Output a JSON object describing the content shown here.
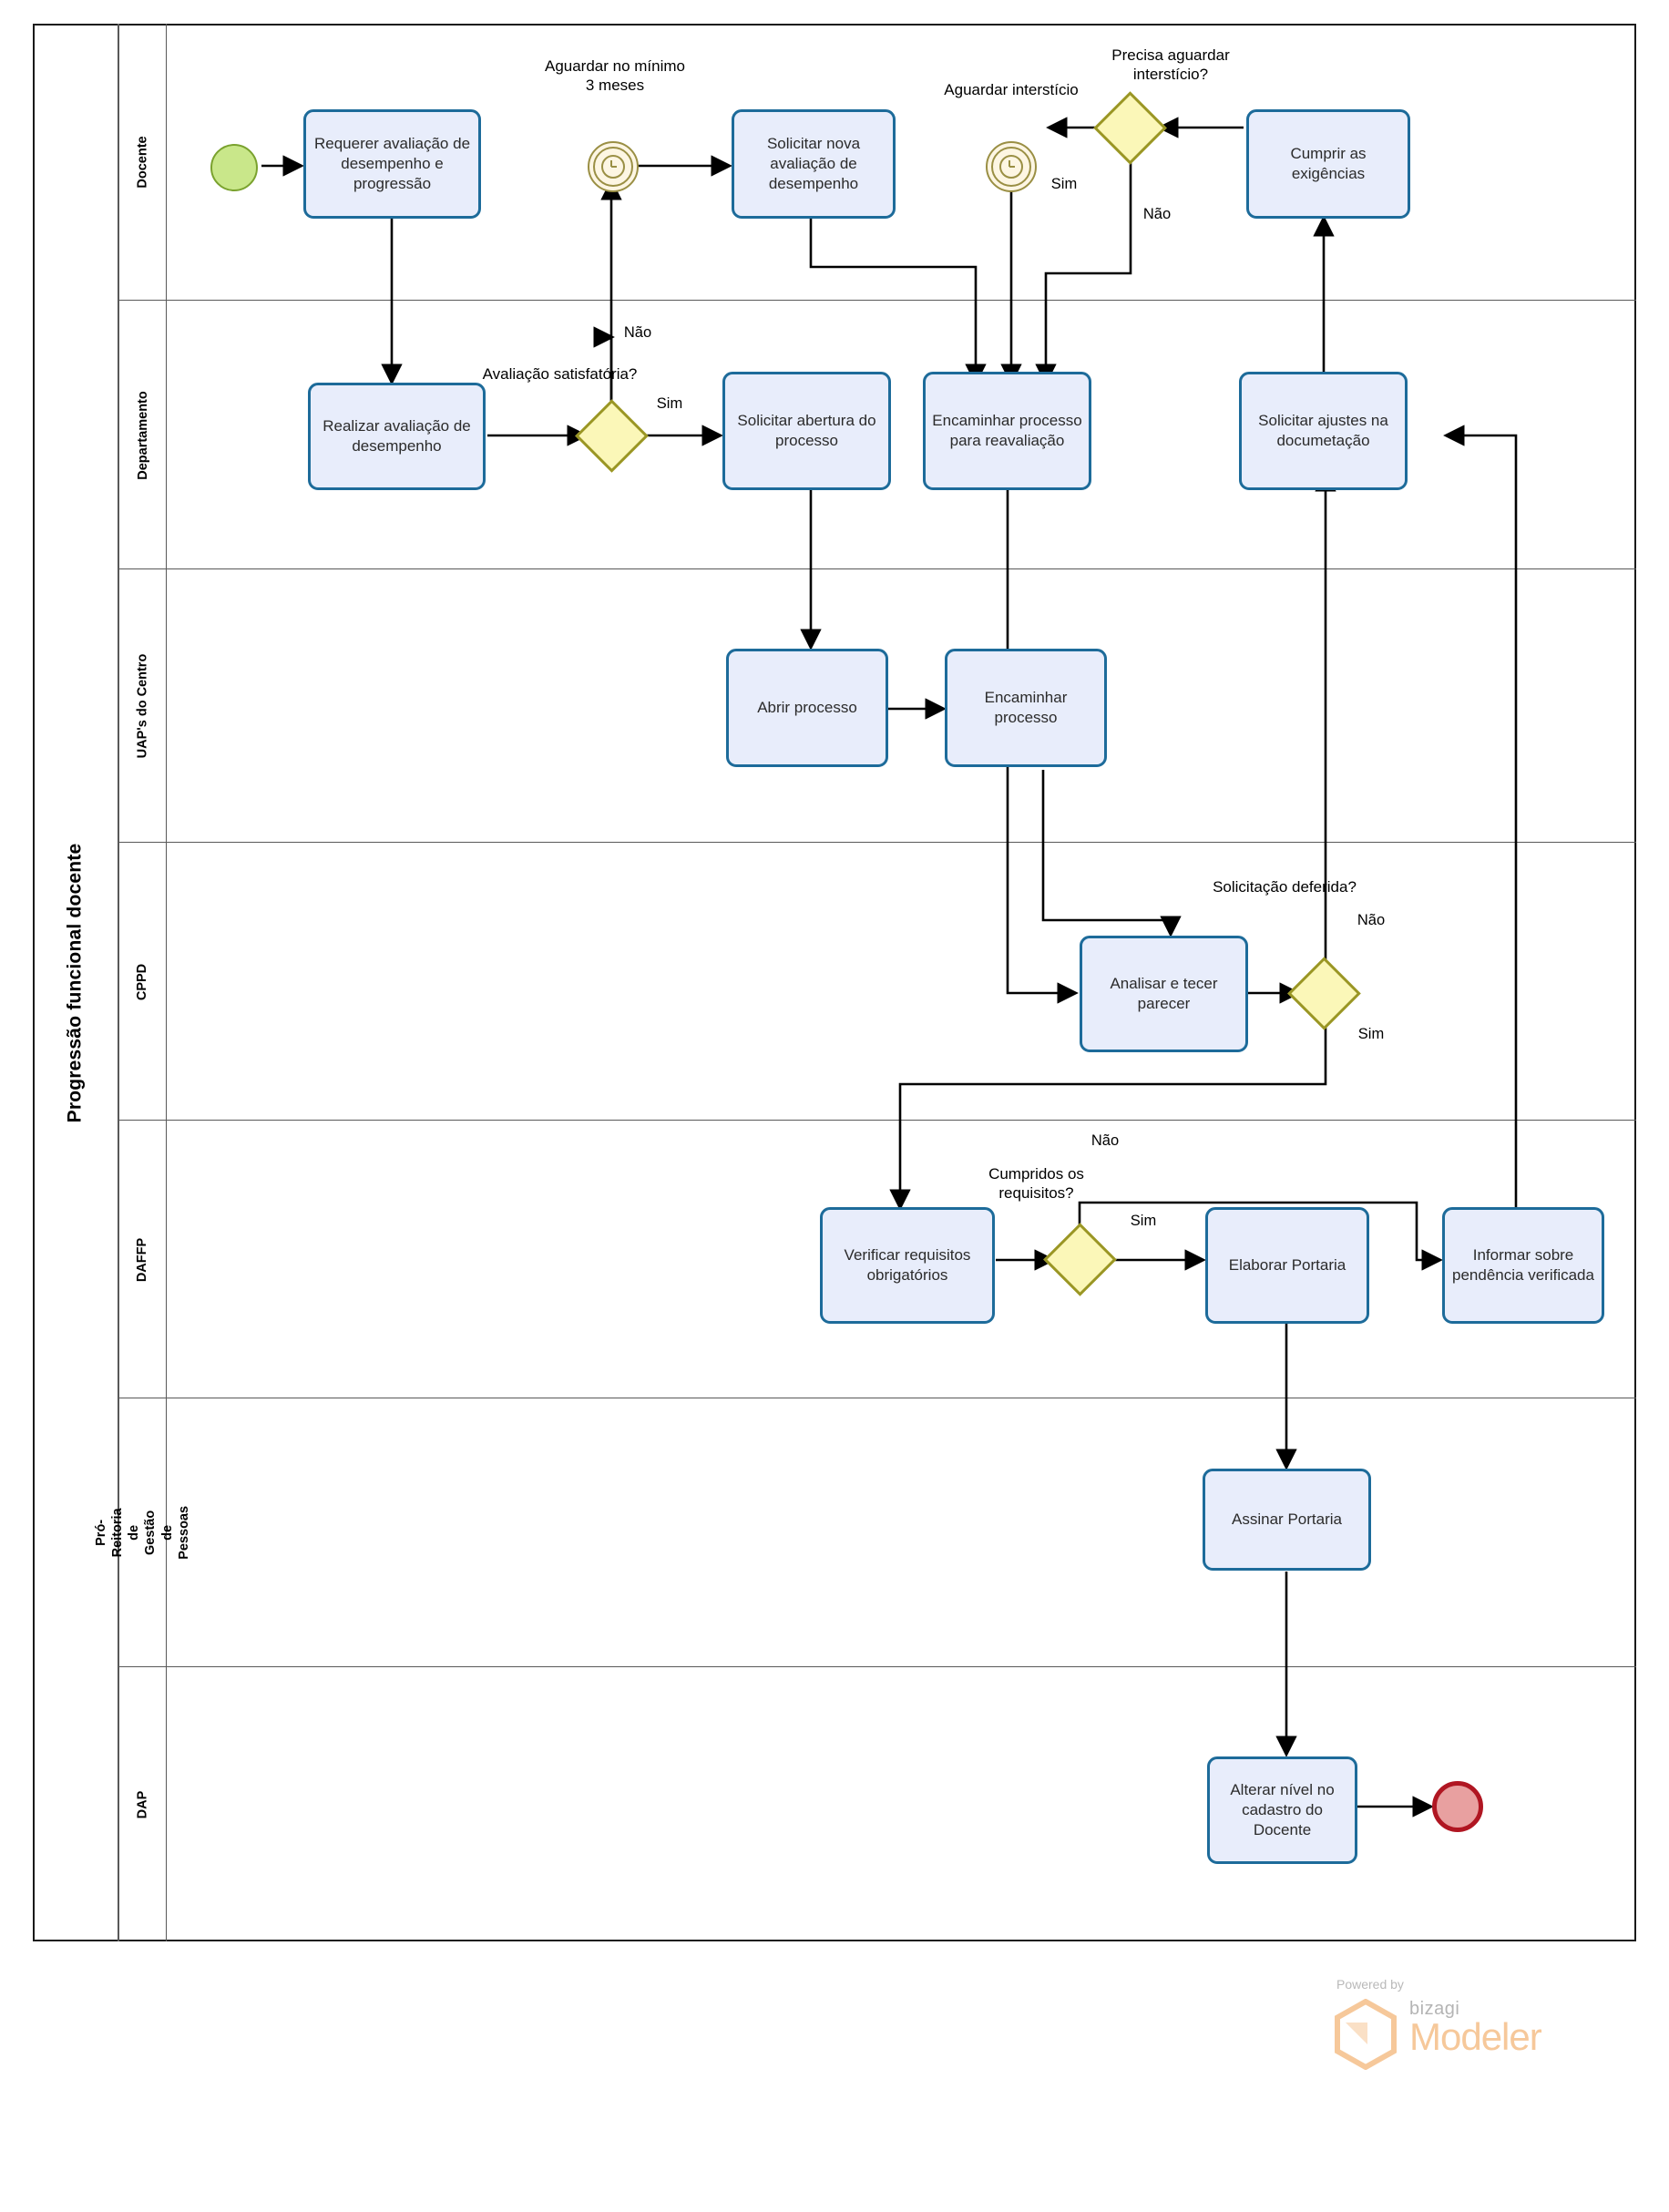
{
  "pool": {
    "title": "Progressão funcional docente"
  },
  "lanes": [
    {
      "id": "docente",
      "label": "Docente"
    },
    {
      "id": "departamento",
      "label": "Departamento"
    },
    {
      "id": "uaps",
      "label": "UAP's do Centro"
    },
    {
      "id": "cppd",
      "label": "CPPD"
    },
    {
      "id": "daffp",
      "label": "DAFFP"
    },
    {
      "id": "proreitoria",
      "label": "Pró-Reitoria de Gestão de Pessoas"
    },
    {
      "id": "dap",
      "label": "DAP"
    }
  ],
  "tasks": [
    {
      "id": "requerer",
      "label": "Requerer avaliação de desempenho e progressão"
    },
    {
      "id": "solicitar-nova",
      "label": "Solicitar nova avaliação de desempenho"
    },
    {
      "id": "cumprir",
      "label": "Cumprir as exigências"
    },
    {
      "id": "realizar",
      "label": "Realizar avaliação de desempenho"
    },
    {
      "id": "solicitar-abertura",
      "label": "Solicitar abertura do processo"
    },
    {
      "id": "encaminhar-reav",
      "label": "Encaminhar processo para reavaliação"
    },
    {
      "id": "solicitar-ajustes",
      "label": "Solicitar ajustes na documetação"
    },
    {
      "id": "abrir-processo",
      "label": "Abrir processo"
    },
    {
      "id": "encaminhar-processo",
      "label": "Encaminhar processo"
    },
    {
      "id": "analisar",
      "label": "Analisar e tecer parecer"
    },
    {
      "id": "verificar",
      "label": "Verificar requisitos obrigatórios"
    },
    {
      "id": "elaborar",
      "label": "Elaborar Portaria"
    },
    {
      "id": "informar",
      "label": "Informar sobre pendência verificada"
    },
    {
      "id": "assinar",
      "label": "Assinar Portaria"
    },
    {
      "id": "alterar",
      "label": "Alterar nível no cadastro do Docente"
    }
  ],
  "events": [
    {
      "id": "start",
      "type": "start-event",
      "label": ""
    },
    {
      "id": "timer1",
      "type": "timer-event",
      "label": "Aguardar no mínimo 3 meses"
    },
    {
      "id": "timer2",
      "type": "timer-event",
      "label": "Aguardar interstício"
    },
    {
      "id": "end",
      "type": "end-event",
      "label": ""
    }
  ],
  "gateways": [
    {
      "id": "gw-intersticio",
      "label": "Precisa aguardar interstício?"
    },
    {
      "id": "gw-avaliacao",
      "label": "Avaliação satisfatória?"
    },
    {
      "id": "gw-deferida",
      "label": "Solicitação deferida?"
    },
    {
      "id": "gw-requisitos",
      "label": "Cumpridos os requisitos?"
    }
  ],
  "flow_labels": {
    "intersticio_sim": "Sim",
    "intersticio_nao": "Não",
    "avaliacao_nao": "Não",
    "avaliacao_sim": "Sim",
    "deferida_nao": "Não",
    "deferida_sim": "Sim",
    "requisitos_nao": "Não",
    "requisitos_sim": "Sim"
  },
  "branding": {
    "powered_by": "Powered by",
    "vendor": "bizagi",
    "product": "Modeler"
  },
  "colors": {
    "task_fill": "#e8edfb",
    "task_border": "#1d6b9a",
    "gateway_fill": "#fbf7b8",
    "gateway_border": "#9a9624",
    "start_fill": "#c9e78a",
    "start_border": "#7aa22e",
    "end_fill": "#e8a0a0",
    "end_border": "#b01622",
    "timer_border": "#9a8f44",
    "lane_border": "#595959",
    "pool_border": "#1a1a1a",
    "connector": "#000000",
    "brand_orange": "#f6c89a"
  }
}
